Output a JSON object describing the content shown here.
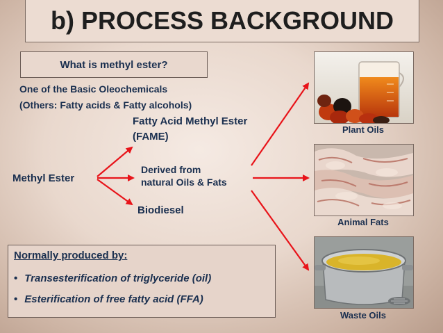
{
  "title": "b) PROCESS BACKGROUND",
  "question": "What is methyl ester?",
  "intro": {
    "line1": "One of the Basic Oleochemicals",
    "line2": "(Others: Fatty acids & Fatty alcohols)"
  },
  "diagram": {
    "source": "Methyl Ester",
    "fame_line1": "Fatty Acid Methyl Ester",
    "fame_line2": "(FAME)",
    "derived_line1": "Derived from",
    "derived_line2": "natural Oils & Fats",
    "biodiesel": "Biodiesel",
    "arrow_color": "#e8141a"
  },
  "sources": [
    {
      "label": "Plant Oils",
      "icon": "plant-oils-photo"
    },
    {
      "label": "Animal Fats",
      "icon": "animal-fats-photo"
    },
    {
      "label": "Waste Oils",
      "icon": "waste-oils-photo"
    }
  ],
  "production": {
    "heading": "Normally produced by:",
    "items": [
      "Transesterification of triglyceride (oil)",
      "Esterification of free fatty acid (FFA)"
    ]
  }
}
